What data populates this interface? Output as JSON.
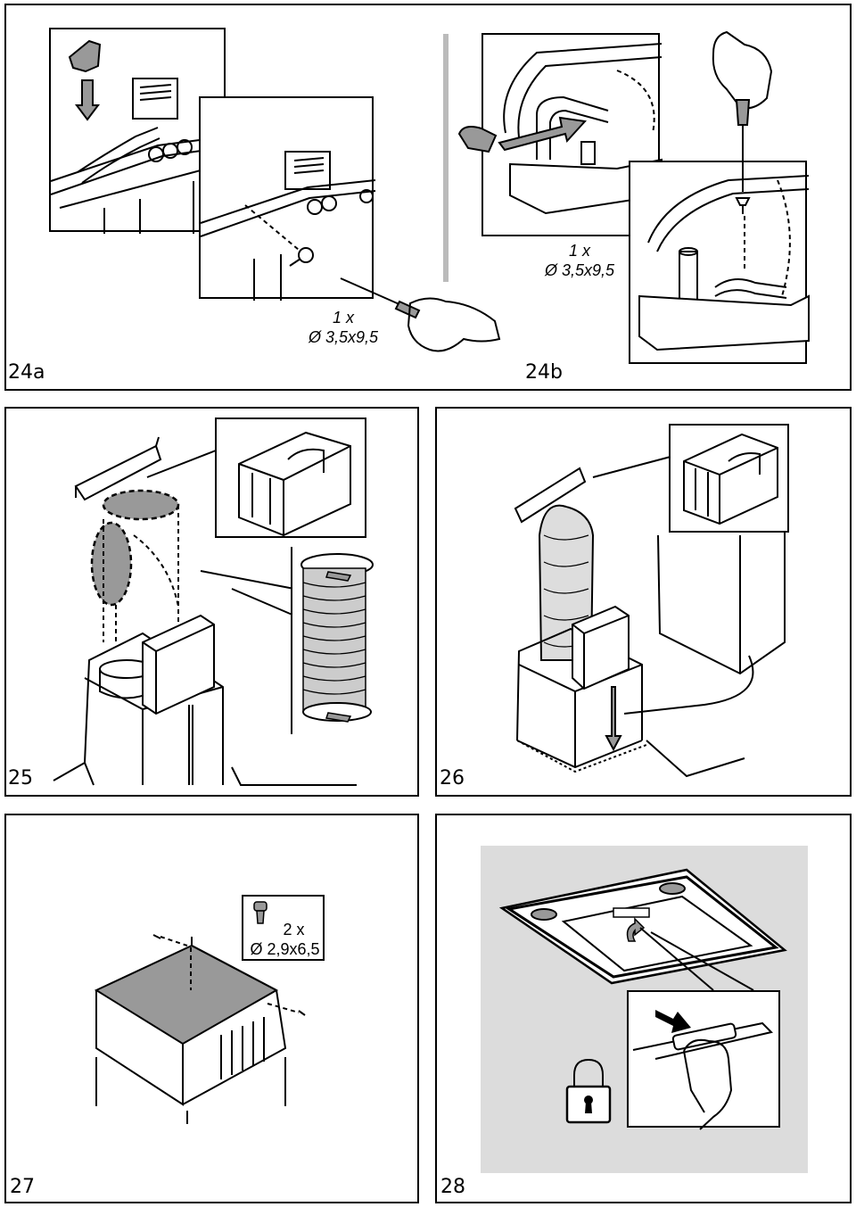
{
  "figures": {
    "fig24a": {
      "label": "24a",
      "screw_qty": "1 x",
      "screw_size": "Ø 3,5x9,5"
    },
    "fig24b": {
      "label": "24b",
      "screw_qty": "1 x",
      "screw_size": "Ø 3,5x9,5"
    },
    "fig25": {
      "label": "25"
    },
    "fig26": {
      "label": "26"
    },
    "fig27": {
      "label": "27",
      "screw_qty": "2 x",
      "screw_size": "Ø 2,9x6,5"
    },
    "fig28": {
      "label": "28"
    }
  },
  "icons": [
    "screw-icon",
    "screwdriver-icon",
    "hand-icon",
    "arrow-icon",
    "padlock-icon",
    "hose-clamp-icon",
    "flexible-duct-icon"
  ],
  "colors": {
    "line": "#000000",
    "fill_gray": "#999999",
    "light_gray": "#dcdcdc",
    "panel_bg": "#ffffff"
  }
}
